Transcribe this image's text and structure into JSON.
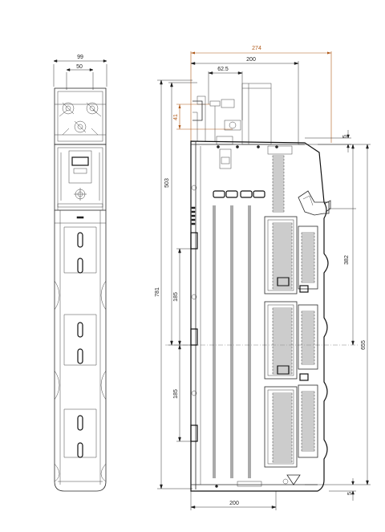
{
  "front_view": {
    "dim_total_width": "99",
    "dim_inner_width": "50"
  },
  "side_view": {
    "dim_top_overall": "274",
    "dim_top_body": "200",
    "dim_top_offset": "62.5",
    "dim_clamp_height": "41",
    "dim_upper_height": "503",
    "dim_total_height": "781",
    "dim_pitch_upper": "185",
    "dim_pitch_lower": "185",
    "dim_right_top_gap": "5",
    "dim_right_mid": "382",
    "dim_right_full": "655",
    "dim_right_bottom_gap": "5",
    "dim_bottom_width": "200"
  },
  "colors": {
    "line": "#2a2a2a",
    "accent_dimension": "#b05a1a",
    "background": "#ffffff"
  }
}
